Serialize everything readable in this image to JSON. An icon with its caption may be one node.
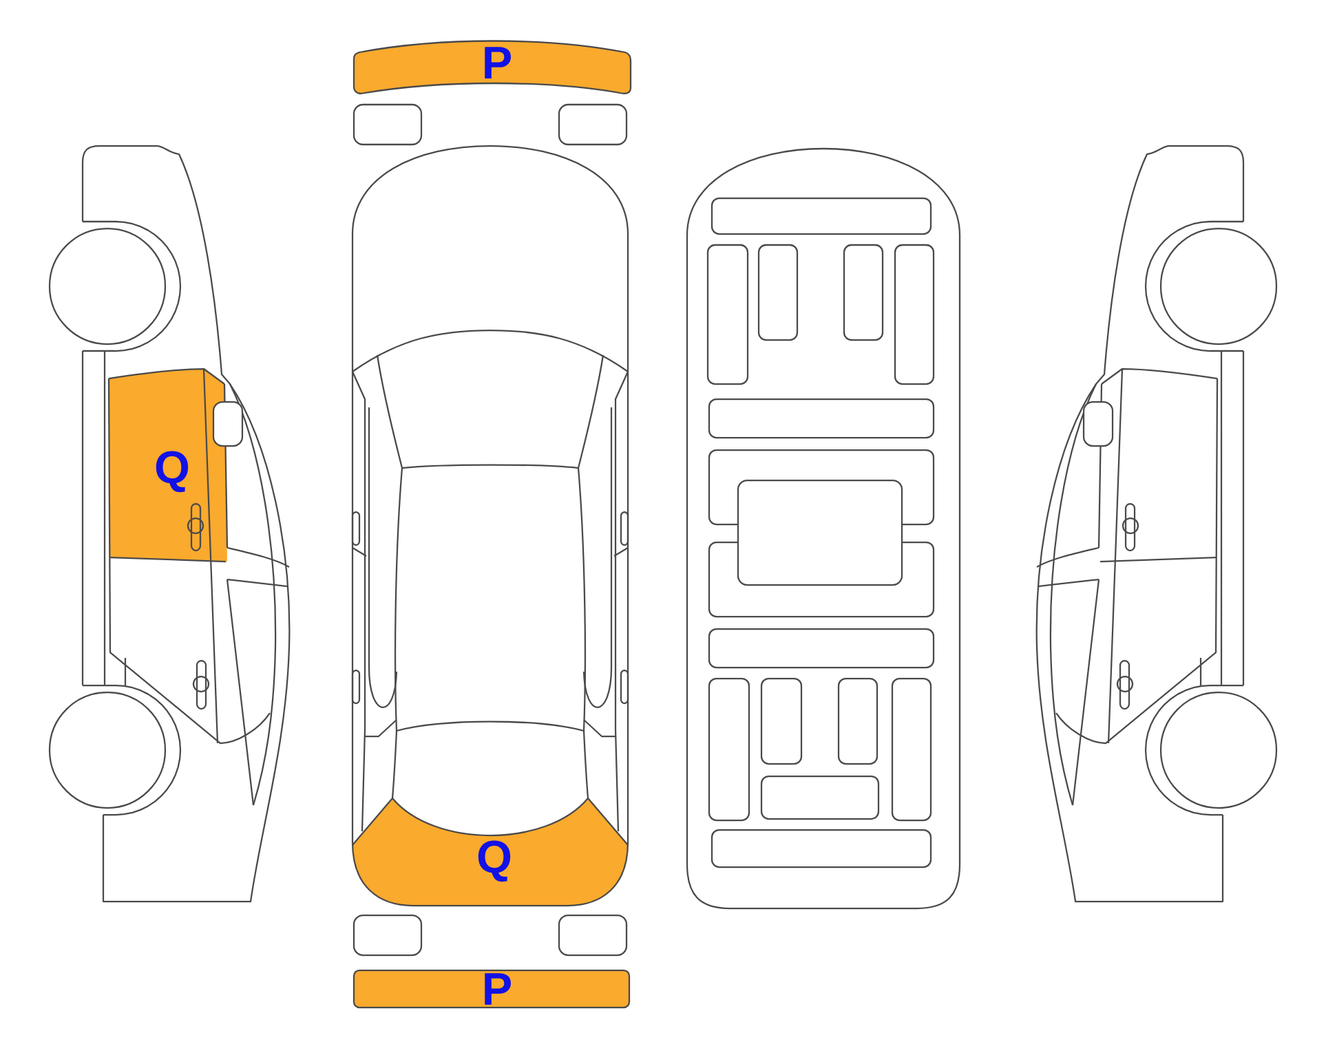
{
  "diagram": {
    "nodes": [
      {
        "text": [
          "P"
        ]
      },
      {
        "text": [
          "Q"
        ]
      },
      {
        "text": [
          "Q"
        ]
      },
      {
        "text": [
          "P"
        ]
      }
    ]
  }
}
